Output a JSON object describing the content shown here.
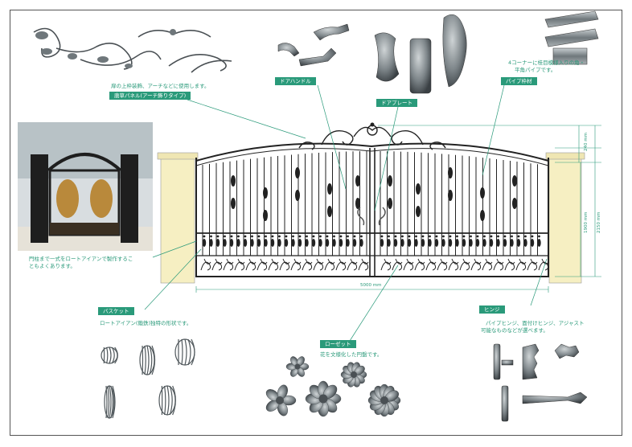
{
  "labels": {
    "arabesque": "唐草パネル(アーチ飾りタイプ)",
    "handle": "ドアハンドル",
    "plate": "ドアプレート",
    "pipe": "パイプ枠材",
    "basket": "バスケット",
    "rosette": "ローゼット",
    "hinge": "ヒンジ"
  },
  "notes": {
    "arabesque": "扉の上枠装飾、アーチなどに使用します。",
    "pipe_1": "4コーナーに桂目模様入りの角・",
    "pipe_2": "平角パイプです。",
    "pillar_1": "門柱まで一式をロートアイアンで製作するこ",
    "pillar_2": "ともよくあります。",
    "basket": "ロートアイアン(鍛鉄)独特の形状です。",
    "rosette": "花を文様化した円盤です。",
    "hinge_1": "パイプヒンジ、面付けヒンジ、アジャスト",
    "hinge_2": "可能なものなどが選べます。"
  },
  "dimensions": {
    "width": "5000 mm",
    "arch": "240 mm",
    "gate_height": "1900 mm",
    "total_height": "2150 mm"
  },
  "colors": {
    "accent": "#2a9a7a",
    "pillar": "#f6efc2",
    "iron": "#222222"
  }
}
